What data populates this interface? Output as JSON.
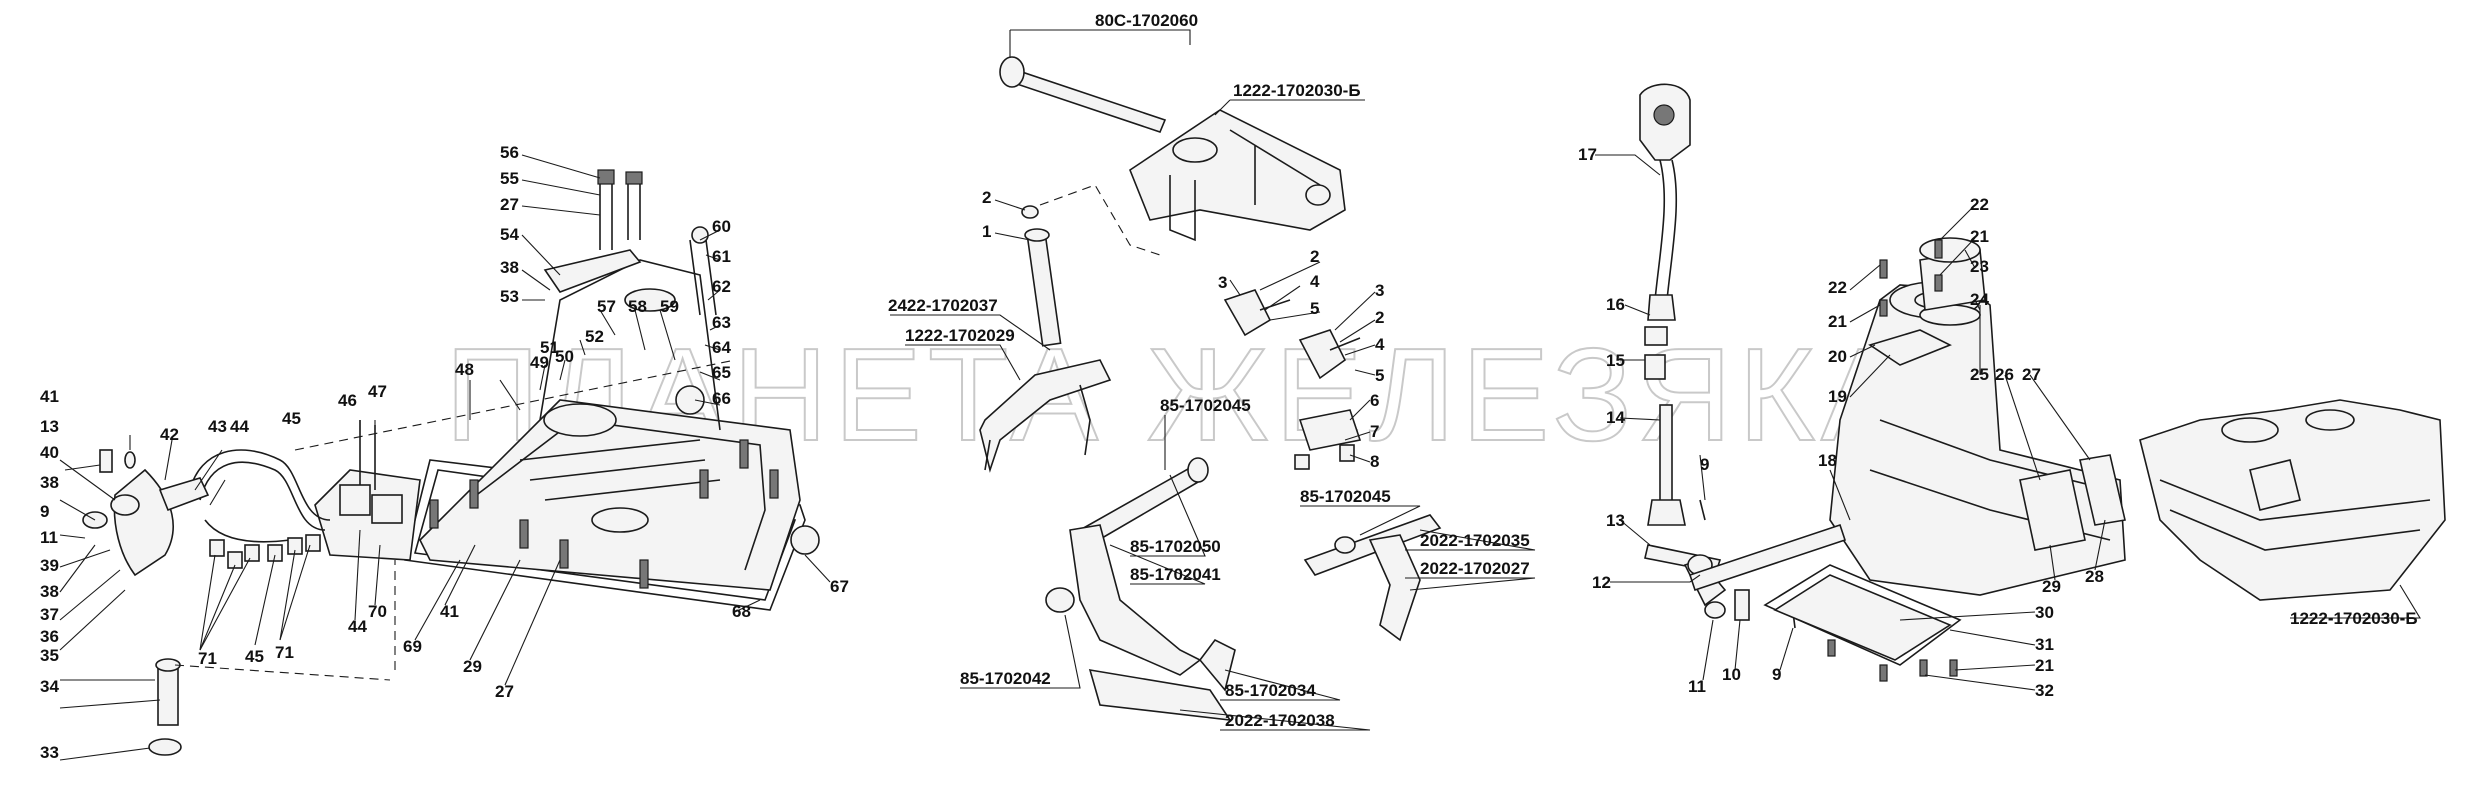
{
  "watermark": "ПЛАНЕТА ЖЕЛЕЗЯКА",
  "part_numbers": {
    "p80c_1702060": "80С-1702060",
    "p1222_1702030b_top": "1222-1702030-Б",
    "p2422_1702037": "2422-1702037",
    "p1222_1702029": "1222-1702029",
    "p85_1702045_a": "85-1702045",
    "p85_1702045_b": "85-1702045",
    "p85_1702050": "85-1702050",
    "p85_1702041": "85-1702041",
    "p2022_1702035": "2022-1702035",
    "p2022_1702027": "2022-1702027",
    "p85_1702042": "85-1702042",
    "p85_1702034": "85-1702034",
    "p2022_1702038": "2022-1702038",
    "p1222_1702030b_right": "1222-1702030-Б"
  },
  "callouts": {
    "left": [
      "56",
      "55",
      "27",
      "54",
      "38",
      "53",
      "57",
      "58",
      "59",
      "60",
      "61",
      "62",
      "52",
      "51",
      "50",
      "49",
      "48",
      "63",
      "64",
      "65",
      "66",
      "46",
      "47",
      "41",
      "13",
      "42",
      "43",
      "44",
      "45",
      "40",
      "38",
      "9",
      "11",
      "39",
      "38",
      "37",
      "36",
      "35",
      "34",
      "33",
      "71",
      "45",
      "71",
      "44",
      "70",
      "69",
      "41",
      "29",
      "27",
      "68",
      "67"
    ],
    "middle": [
      "2",
      "1",
      "2",
      "3",
      "4",
      "5",
      "3",
      "2",
      "4",
      "5",
      "6",
      "7",
      "8"
    ],
    "right": [
      "17",
      "16",
      "15",
      "14",
      "13",
      "9",
      "12",
      "11",
      "10",
      "9",
      "22",
      "21",
      "23",
      "24",
      "22",
      "21",
      "20",
      "19",
      "25",
      "26",
      "27",
      "18",
      "29",
      "28",
      "30",
      "31",
      "21",
      "32"
    ]
  }
}
